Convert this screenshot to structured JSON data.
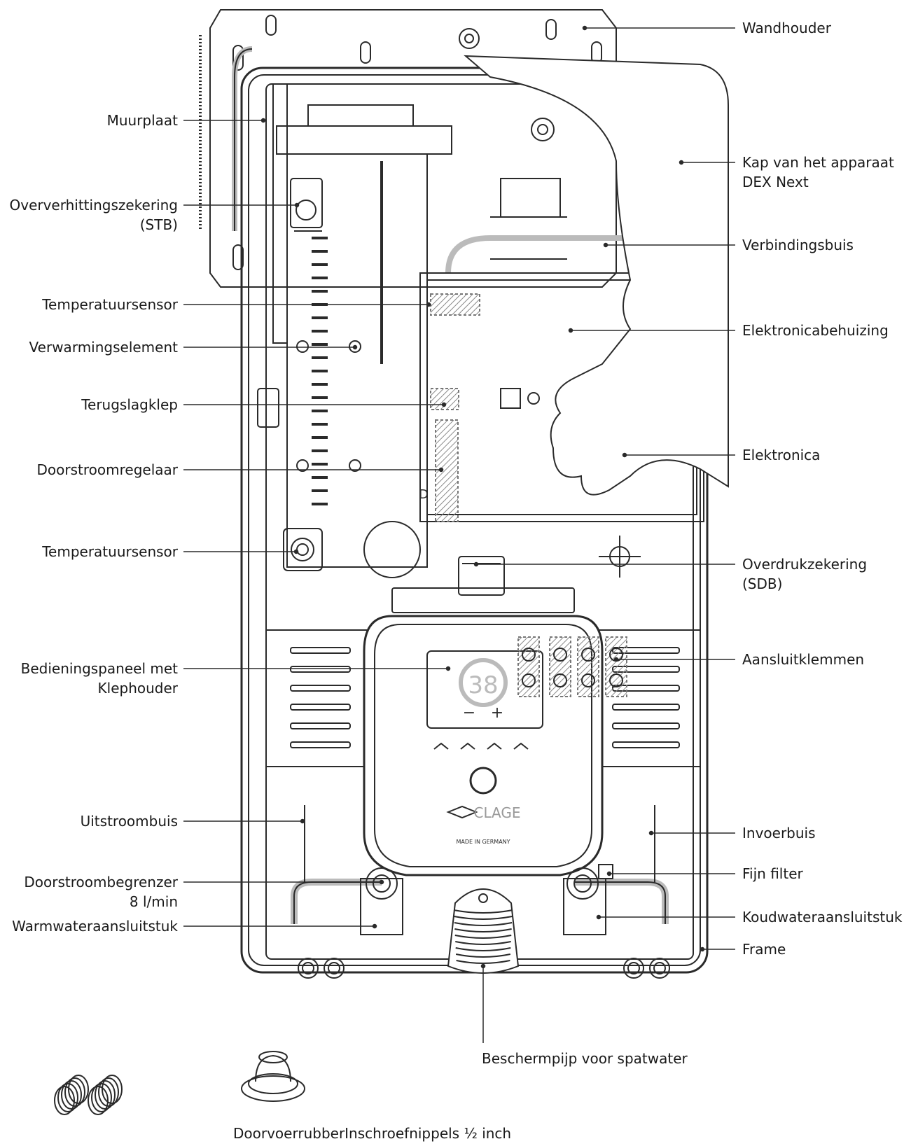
{
  "labels": {
    "left": [
      "Muurplaat",
      "Oververhittingszekering\n(STB)",
      "Temperatuursensor",
      "Verwarmingselement",
      "Terugslagklep",
      "Doorstroomregelaar",
      "Temperatuursensor",
      "Bedieningspaneel met\nKlephouder",
      "Uitstroombuis",
      "Doorstroombegrenzer\n8 l/min",
      "Warmwateraansluitstuk"
    ],
    "right": [
      "Wandhouder",
      "Kap van het apparaat\nDEX Next",
      "Verbindingsbuis",
      "Elektronicabehuizing",
      "Elektronica",
      "Overdrukzekering\n(SDB)",
      "Aansluitklemmen",
      "Invoerbuis",
      "Fijn filter",
      "Koudwateraansluitstuk",
      "Frame"
    ],
    "bottom": {
      "protection_pipe": "Beschermpijp voor spatwater",
      "accessories": "DoorvoerrubberInschroefnippels ½ inch"
    }
  },
  "panel": {
    "temperature": "38",
    "brand": "CLAGE",
    "made_in": "MADE IN GERMANY",
    "minus": "−",
    "plus": "+"
  },
  "colors": {
    "line": "#2a2a2a",
    "hatch": "#9a9a9a"
  }
}
